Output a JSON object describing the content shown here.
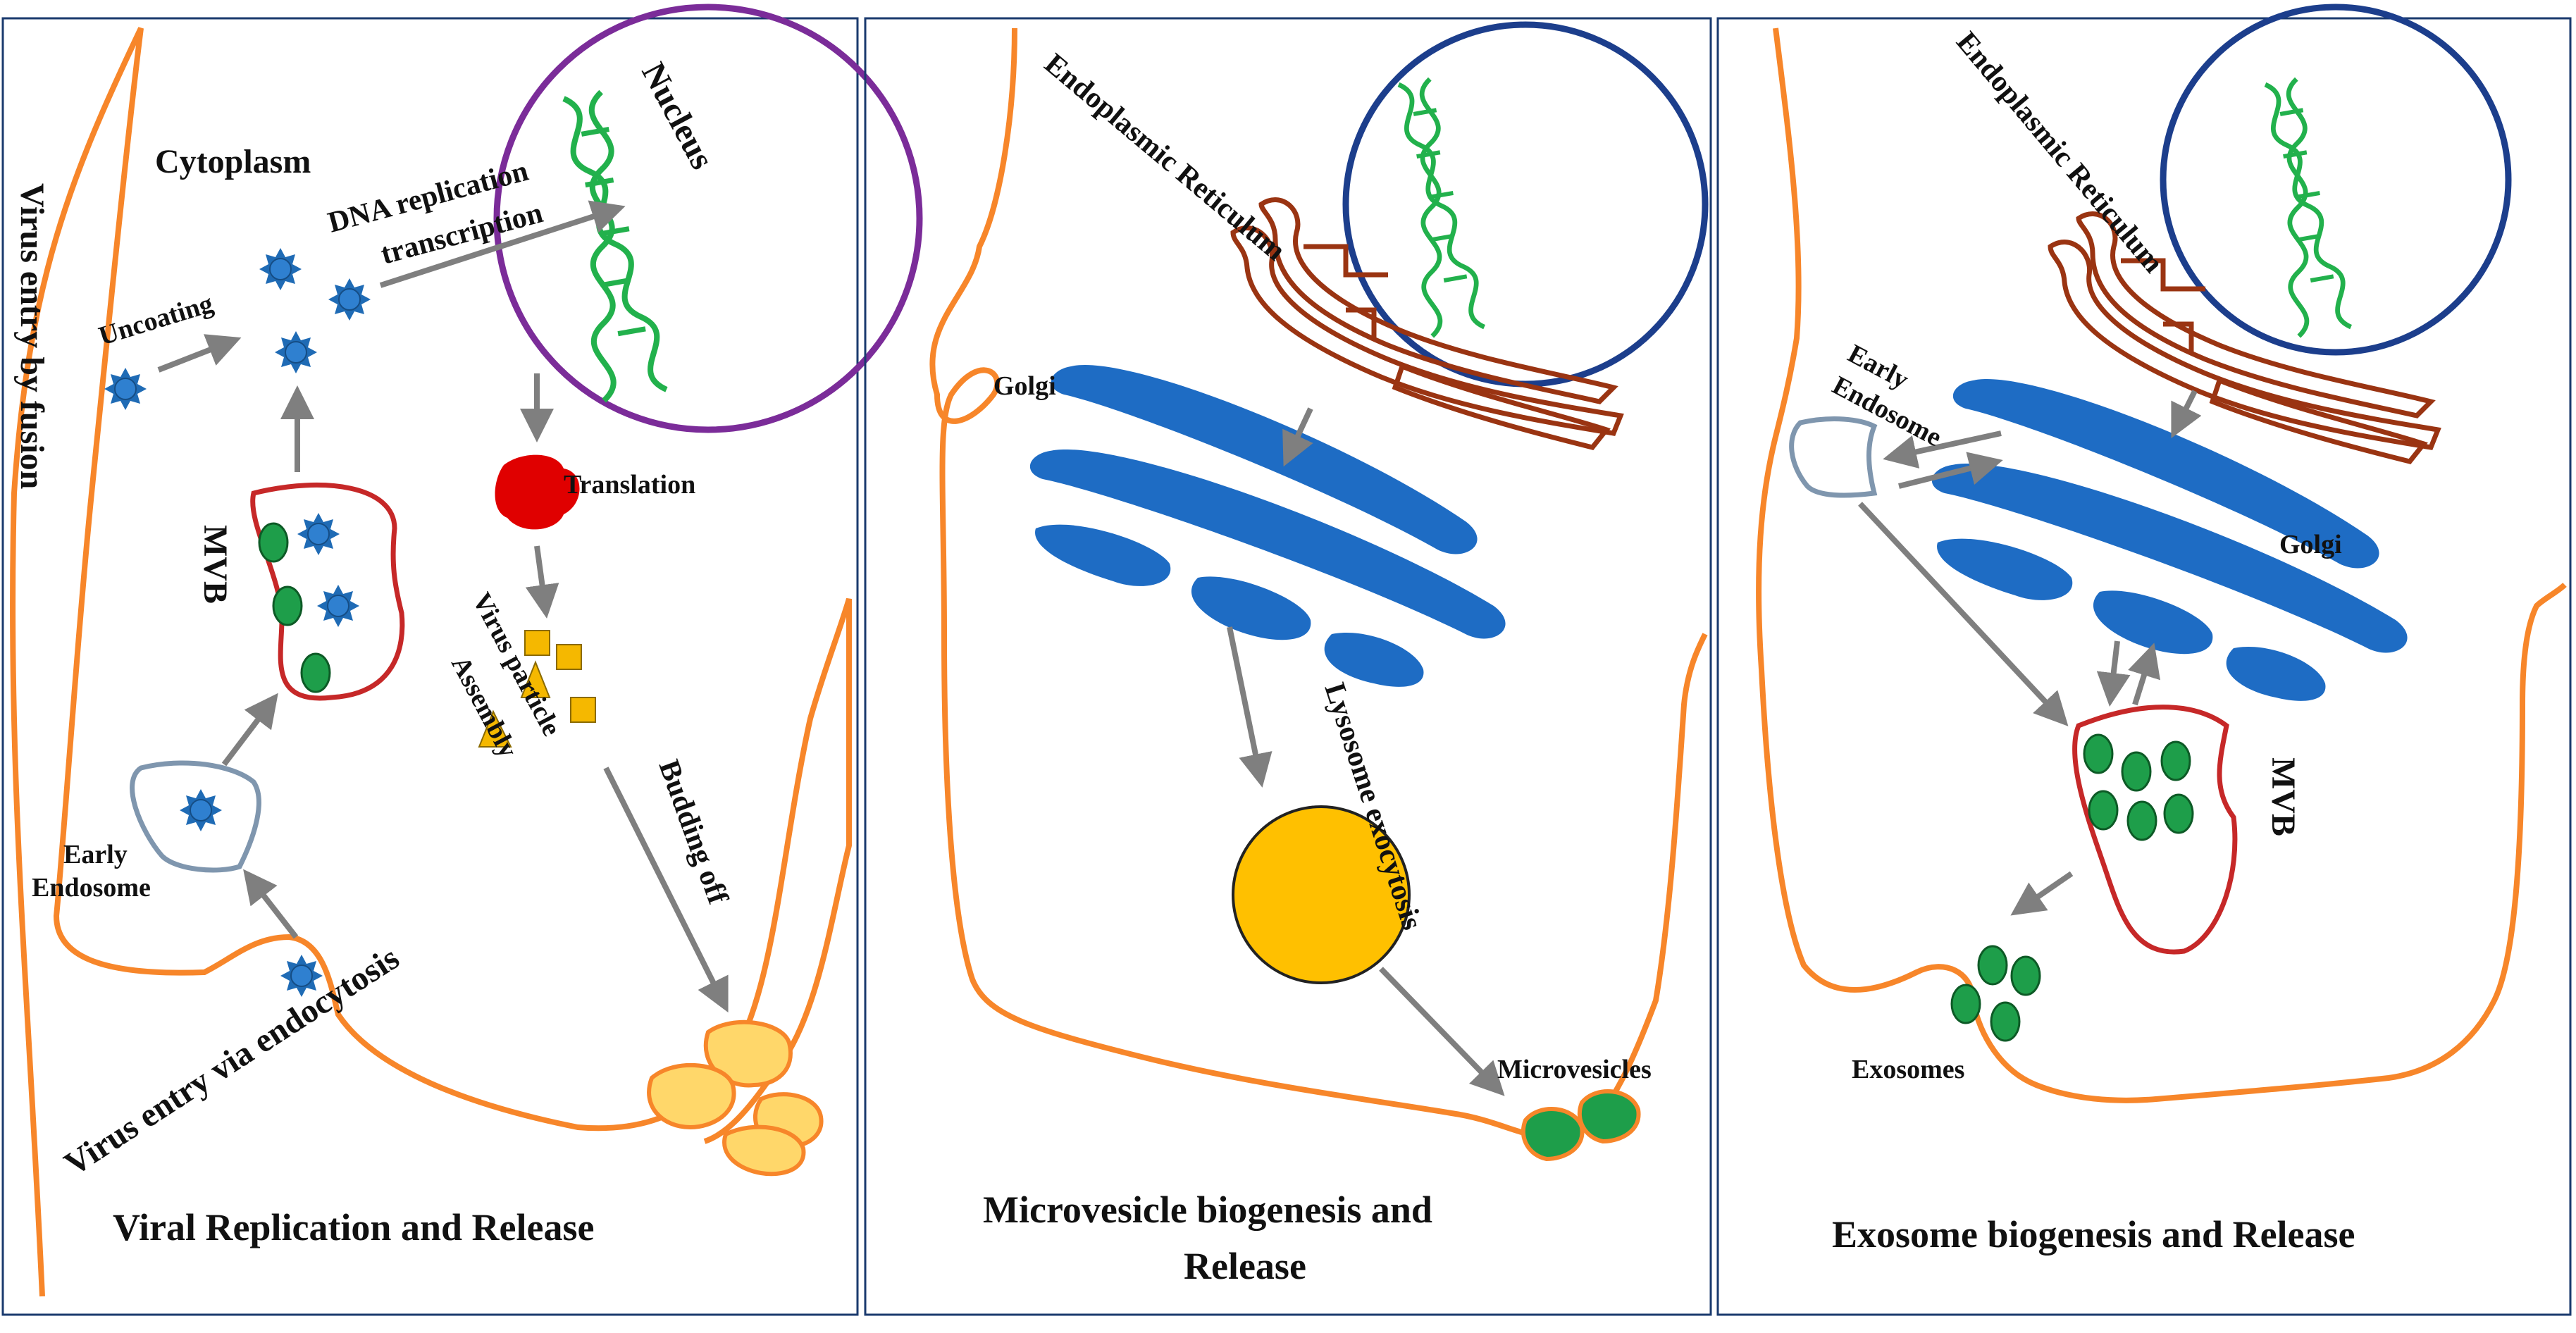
{
  "colors": {
    "membrane": "#F7862A",
    "nucleus_panel1": "#7B2C99",
    "nucleus_panel23": "#1C3E8C",
    "dna": "#22B14C",
    "virus": "#1F6BB5",
    "golgi": "#1E6CC4",
    "er": "#9A3412",
    "endosome": "#7F96AE",
    "mvb": "#C62828",
    "vesicle": "#1E9E4A",
    "lysosome": "#FFC000",
    "arrow": "#7F7F7F",
    "translation": "#E00000",
    "assembly": "#F5B800",
    "budded": "#FFD76A"
  },
  "panels": [
    {
      "caption": "Viral Replication and Release",
      "labels": {
        "cytoplasm": "Cytoplasm",
        "nucleus": "Nucleus",
        "dna_replication": "DNA replication",
        "transcription": "transcription",
        "uncoating": "Uncoating",
        "virus_entry_fusion": "Virus entry by fusion",
        "mvb": "MVB",
        "translation": "Translation",
        "virus_particle": "Virus particle",
        "assembly": "Assembly",
        "budding_off": "Budding off",
        "early": "Early",
        "endosome": "Endosome",
        "virus_entry_endocytosis": "Virus entry via endocytosis"
      }
    },
    {
      "caption_line1": "Microvesicle biogenesis and",
      "caption_line2": "Release",
      "labels": {
        "er": "Endoplasmic Reticulum",
        "golgi": "Golgi",
        "lysosome_exocytosis": "Lysosome exocytosis",
        "microvesicles": "Microvesicles"
      }
    },
    {
      "caption": "Exosome biogenesis and  Release",
      "labels": {
        "er": "Endoplasmic Reticulum",
        "early": "Early",
        "endosome": "Endosome",
        "golgi": "Golgi",
        "mvb": "MVB",
        "exosomes": "Exosomes"
      }
    }
  ]
}
